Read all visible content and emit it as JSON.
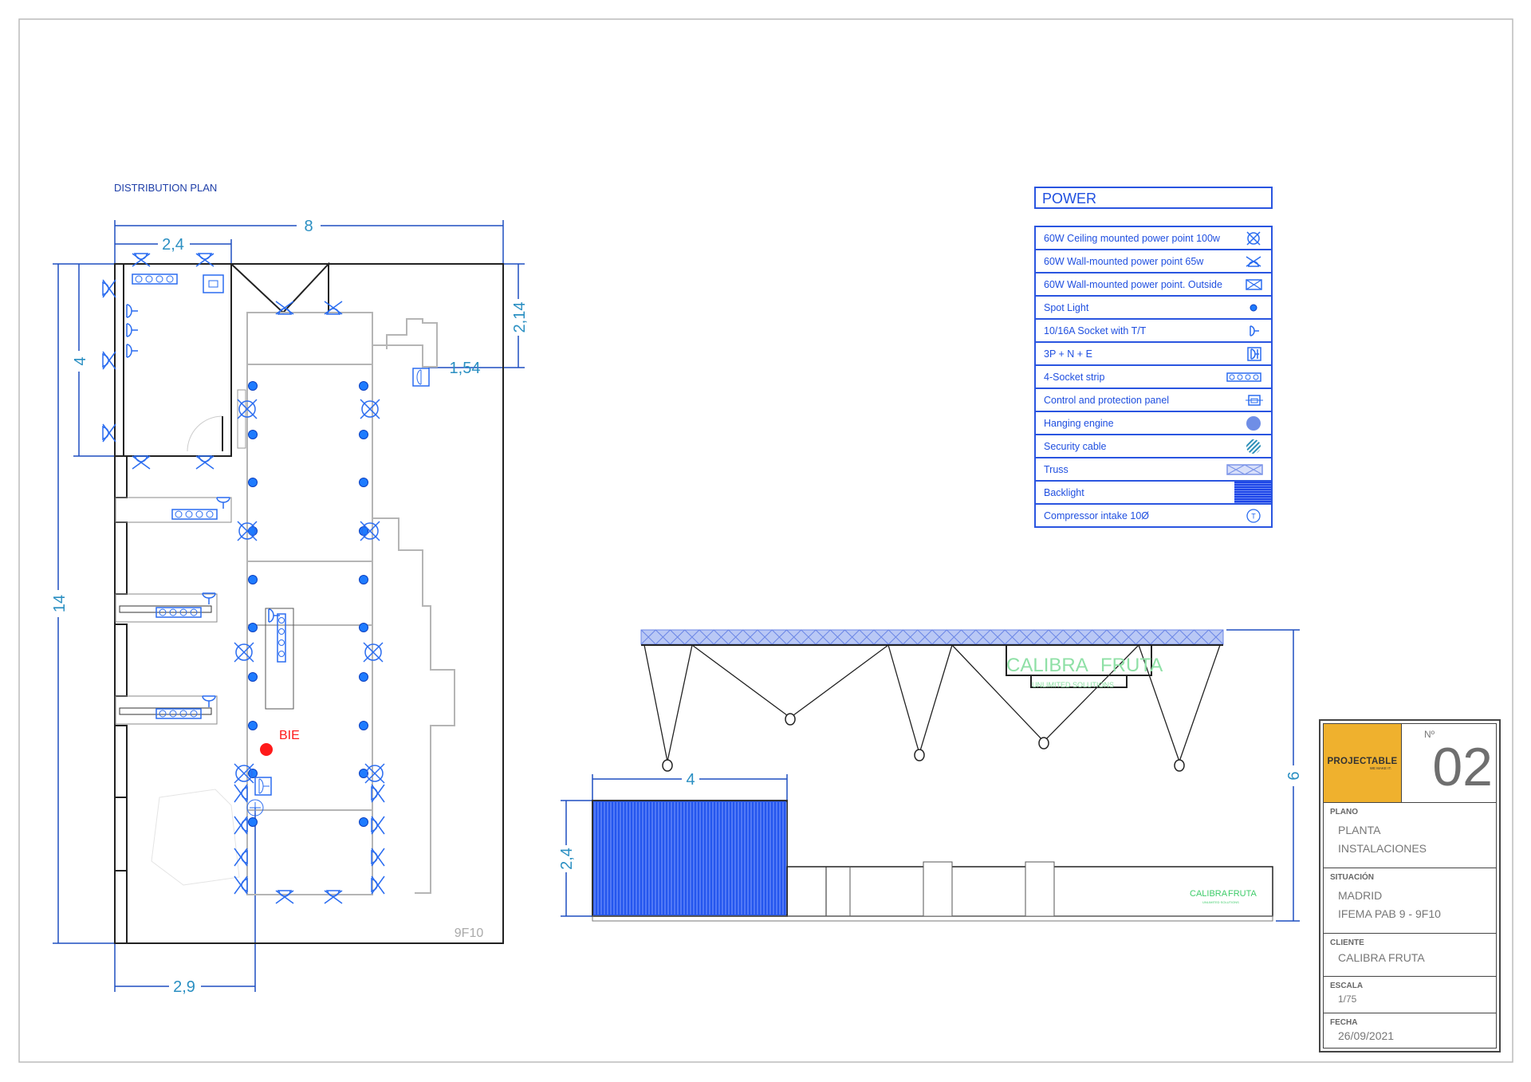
{
  "plan": {
    "title": "DISTRIBUTION PLAN",
    "dims": {
      "width": "8",
      "office_width": "2,4",
      "depth": "14",
      "office_depth": "4",
      "right_top": "2,14",
      "right_offset": "1,54",
      "bottom": "2,9"
    },
    "bie_label": "BIE",
    "stand_code": "9F10",
    "colors": {
      "symbol": "#2a6cf0",
      "dimension": "#2a8fc2",
      "bie": "#ff0000"
    }
  },
  "elevation": {
    "dims": {
      "backlight_width": "4",
      "backlight_height": "2,4",
      "height": "6"
    },
    "logo": {
      "name_left": "CALIBRA",
      "name_right": "FRUTA",
      "tagline": "UNLIMITED SOLUTIONS"
    }
  },
  "legend": {
    "title": "POWER",
    "items": [
      {
        "label": "60W Ceiling mounted power point 100w",
        "icon": "ceiling-power-point-icon"
      },
      {
        "label": "60W Wall-mounted power point 65w",
        "icon": "wall-power-point-icon"
      },
      {
        "label": "60W Wall-mounted power point. Outside",
        "icon": "outside-power-point-icon"
      },
      {
        "label": "Spot Light",
        "icon": "spot-light-icon"
      },
      {
        "label": "10/16A Socket with T/T",
        "icon": "socket-icon"
      },
      {
        "label": "3P + N + E",
        "icon": "three-phase-socket-icon"
      },
      {
        "label": "4-Socket strip",
        "icon": "socket-strip-icon"
      },
      {
        "label": "Control and protection panel",
        "icon": "control-panel-icon"
      },
      {
        "label": "Hanging engine",
        "icon": "hanging-engine-icon"
      },
      {
        "label": "Security cable",
        "icon": "security-cable-icon"
      },
      {
        "label": "Truss",
        "icon": "truss-icon"
      },
      {
        "label": "Backlight",
        "icon": "backlight-icon"
      },
      {
        "label": "Compressor intake 10Ø",
        "icon": "compressor-intake-icon"
      }
    ]
  },
  "title_block": {
    "logo": {
      "name": "PROJECTABLE",
      "tagline": "WE MAKE IT."
    },
    "number_label": "Nº",
    "number": "02",
    "plano": {
      "label": "PLANO",
      "lines": [
        "PLANTA",
        "INSTALACIONES"
      ]
    },
    "situacion": {
      "label": "SITUACIÓN",
      "lines": [
        "MADRID",
        "IFEMA PAB 9 - 9F10"
      ]
    },
    "cliente": {
      "label": "CLIENTE",
      "lines": [
        "CALIBRA FRUTA"
      ]
    },
    "escala": {
      "label": "ESCALA",
      "lines": [
        "1/75"
      ]
    },
    "fecha": {
      "label": "FECHA",
      "lines": [
        "26/09/2021"
      ]
    }
  }
}
